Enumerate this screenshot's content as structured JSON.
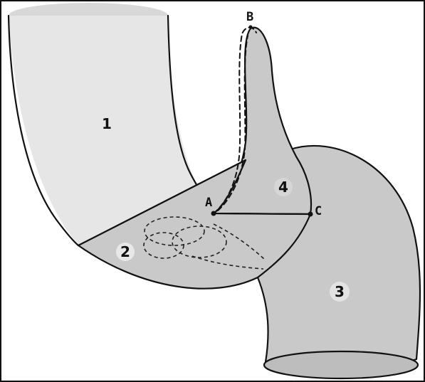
{
  "diagram": {
    "region_labels": [
      "1",
      "2",
      "3",
      "4"
    ],
    "point_labels": {
      "A": "A",
      "B": "B",
      "C": "C"
    }
  },
  "colors": {
    "shading": "#c9c9c9",
    "stroke": "#111111",
    "background": "#ffffff"
  }
}
